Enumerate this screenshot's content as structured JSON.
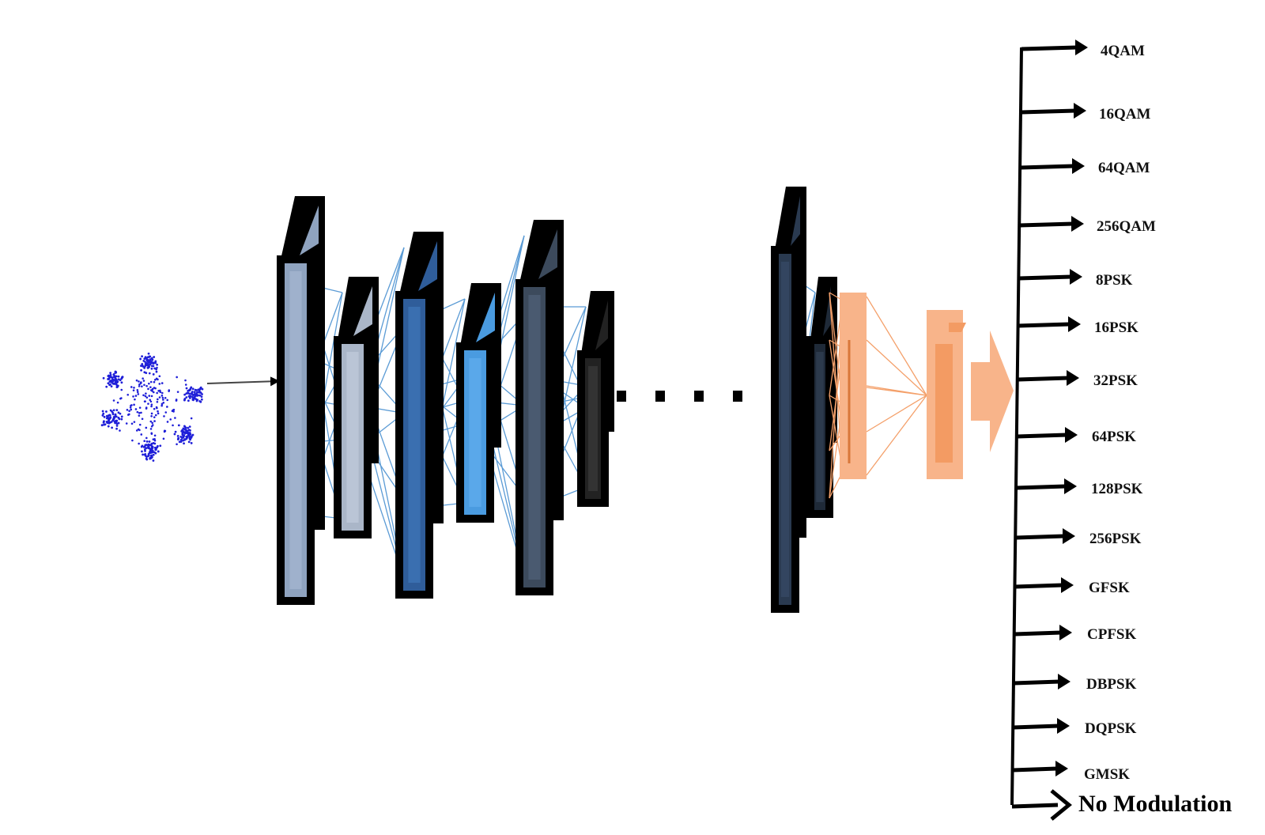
{
  "diagram": {
    "colors": {
      "layer_edge": "#000000",
      "connection_blue": "#5b9bd5",
      "connection_orange": "#f4a06a",
      "output_orange": "#f8b48a",
      "points": "#1f1fd8"
    },
    "input_icon": "constellation-scatter",
    "ellipsis_icon": "dots",
    "outputs": [
      {
        "label": "4QAM"
      },
      {
        "label": "16QAM"
      },
      {
        "label": "64QAM"
      },
      {
        "label": "256QAM"
      },
      {
        "label": "8PSK"
      },
      {
        "label": "16PSK"
      },
      {
        "label": "32PSK"
      },
      {
        "label": "64PSK"
      },
      {
        "label": "128PSK"
      },
      {
        "label": "256PSK"
      },
      {
        "label": "GFSK"
      },
      {
        "label": "CPFSK"
      },
      {
        "label": "DBPSK"
      },
      {
        "label": "DQPSK"
      },
      {
        "label": "GMSK"
      },
      {
        "label": "No Modulation"
      }
    ]
  }
}
